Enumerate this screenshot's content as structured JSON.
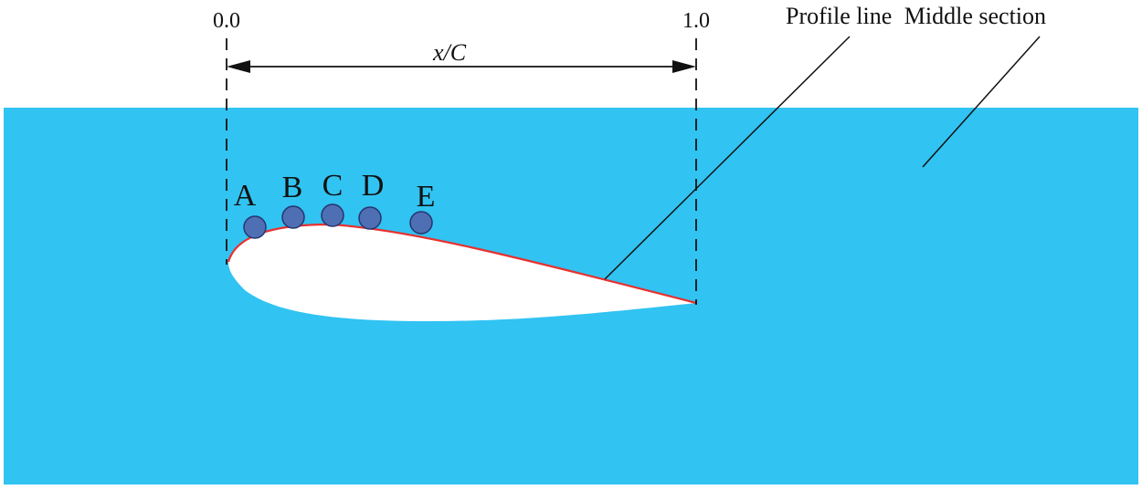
{
  "axis": {
    "start_label": "0.0",
    "end_label": "1.0",
    "dimension_label": "x/C"
  },
  "callouts": {
    "profile_line": "Profile line",
    "middle_section": "Middle section"
  },
  "points": [
    {
      "label": "A"
    },
    {
      "label": "B"
    },
    {
      "label": "C"
    },
    {
      "label": "D"
    },
    {
      "label": "E"
    }
  ],
  "colors": {
    "fluid_domain": "#31c3f2",
    "airfoil": "#ffffff",
    "profile_line": "#e8312f",
    "marker_fill": "#4f6fb4",
    "marker_stroke": "#26356e",
    "ink": "#111111"
  }
}
